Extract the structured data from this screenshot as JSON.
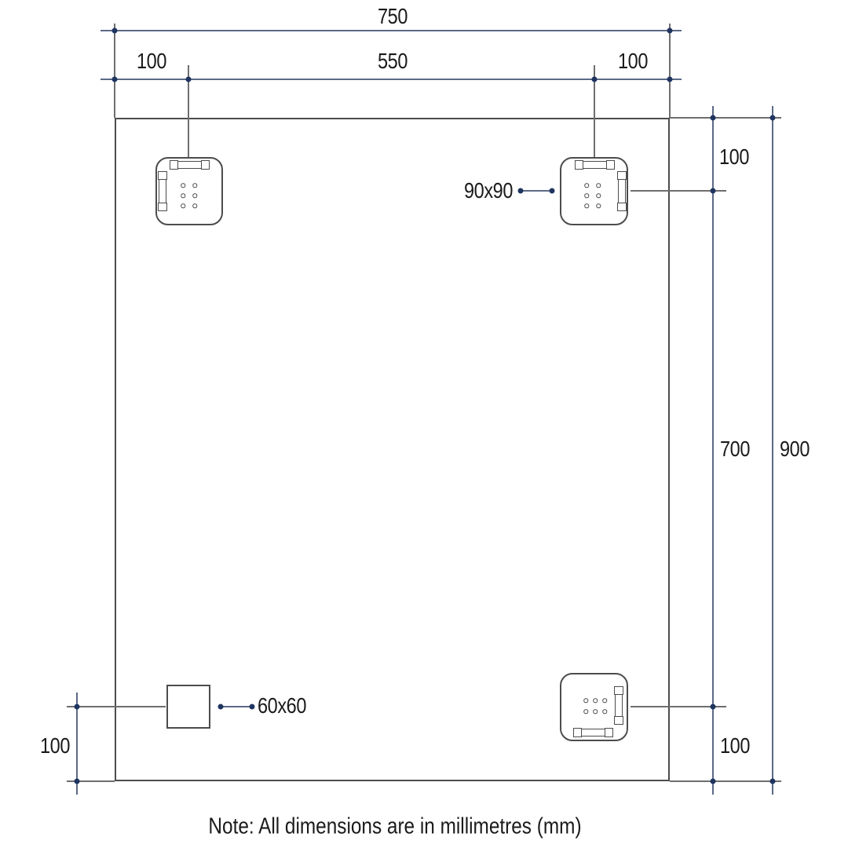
{
  "note": "Note: All dimensions are in millimetres (mm)",
  "dims": {
    "top_total": "750",
    "top_left": "100",
    "top_mid": "550",
    "top_right": "100",
    "right_top": "100",
    "right_mid": "700",
    "right_total": "900",
    "right_bottom": "100",
    "left_bottom": "100"
  },
  "callouts": {
    "top_right_bracket": "90x90",
    "bottom_left_plate": "60x60"
  },
  "colors": {
    "bg": "#ffffff",
    "text": "#1a1a1a",
    "dim-line": "#5b6a85",
    "ext-line": "#6e6e6e",
    "dim-dot": "#1f3560",
    "outline": "#4c4c4c"
  }
}
